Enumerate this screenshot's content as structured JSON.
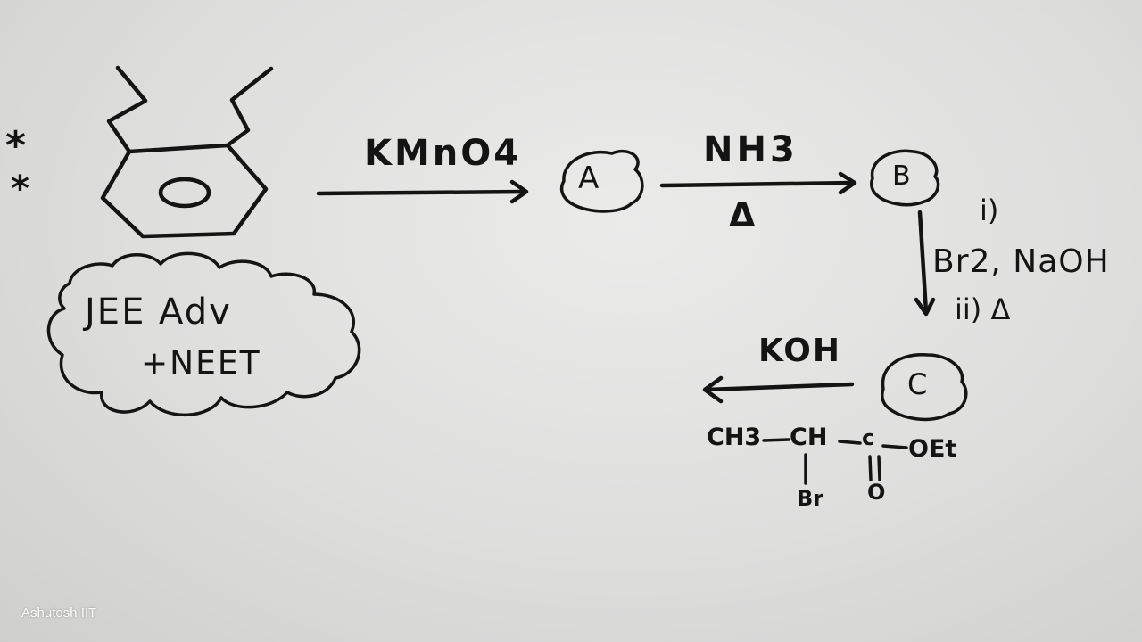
{
  "reaction": {
    "reagent_1": "KMnO4",
    "reagent_2": "NH3",
    "condition_2": "Δ",
    "intermediate_a": "A",
    "intermediate_b": "B",
    "intermediate_c": "C",
    "step_3_label_i": "i)",
    "step_3_reagent": "Br2, NaOH",
    "step_3_label_ii": "ii) Δ",
    "reagent_4": "KOH"
  },
  "product": {
    "ch3": "CH3",
    "ch": "CH",
    "c": "c",
    "oet": "OEt",
    "br": "Br",
    "o": "O"
  },
  "note": {
    "line1": "JEE Adv",
    "line2": "+NEET"
  },
  "marks": {
    "star": "*"
  },
  "watermark": "Ashutosh IIT"
}
